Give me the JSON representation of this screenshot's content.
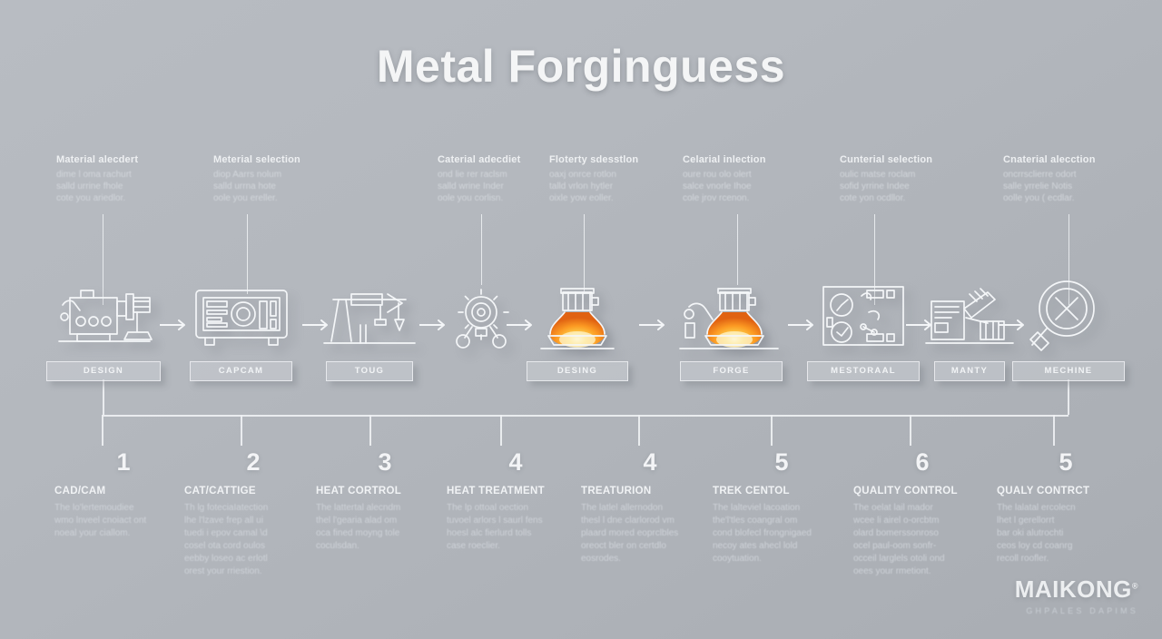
{
  "title": "Metal Forginguess",
  "top_notes": [
    {
      "heading": "Material alecdert",
      "body": "dime l oma rachurt\nsalld urrine fhole\ncote you ariedlor."
    },
    {
      "heading": "Meterial selection",
      "body": "diop Aarrs nolum\nsalld urrna hote\noole you ereller."
    },
    {
      "heading": "Caterial adecdiet",
      "body": "ond lie rer raclsm\nsalld wrine Inder\noole you corlisn."
    },
    {
      "heading": "Floterty sdesstlon",
      "body": "oaxj onrce rotlon\ntalld vrlon hytler\noixle yow eoller."
    },
    {
      "heading": "Celarial inlection",
      "body": "oure rou olo olert\nsalce vnorle Ihoe\ncole jrov rcenon."
    },
    {
      "heading": "Cunterial selection",
      "body": "oulic matse roclam\nsofid yrrine Indee\ncote yon ocdllor."
    },
    {
      "heading": "Cnaterial alecction",
      "body": "oncrrsclierre odort\nsalle yrrelie Notis\noolle you ( ecdlar."
    }
  ],
  "process": [
    {
      "label": "DESIGN",
      "icon": "lathe-machine-icon"
    },
    {
      "label": "CAPCAM",
      "icon": "cnc-console-icon"
    },
    {
      "label": "TOUG",
      "icon": "tooling-rig-icon"
    },
    {
      "label": "",
      "icon": "gear-cog-icon"
    },
    {
      "label": "DESING",
      "icon": "molten-crucible-icon"
    },
    {
      "label": "FORGE",
      "icon": "robot-forge-icon"
    },
    {
      "label": "MESTORAAL",
      "icon": "control-panel-icon"
    },
    {
      "label": "MANTY",
      "icon": "press-machine-icon"
    },
    {
      "label": "MECHINE",
      "icon": "inspection-magnifier-icon"
    }
  ],
  "steps": [
    {
      "num": "1",
      "heading": "CAD/CAM",
      "body": "The lo'lertemoudiee\nwmo lnveel cnoiact ont\nnoeal your ciallom."
    },
    {
      "num": "2",
      "heading": "CAT/CATTIGE",
      "body": "Th lg foteciaIatection\nlhe l'lzave frep all ui\ntuedi i epov camal \\d\ncosel ota cord oulos\neebby loseo ac erlotl\norest your rriestion."
    },
    {
      "num": "3",
      "heading": "HEAT CORTROL",
      "body": "The lattertal alecndm\nthel l'gearia alad om\noca fined moyng tole\ncoculsdan."
    },
    {
      "num": "4",
      "heading": "HEAT TREATMENT",
      "body": "The lp ottoal oection\ntuvoel arlors l saurl fens\nhoesl alc fierlurd tolls\ncase roeclier."
    },
    {
      "num": "4",
      "heading": "TREATURION",
      "body": "The latlel allernodon\nthesl l dne clarlorod vm\nplaard mored eoprclbles\noreoct bler on certdlo\neosrodes."
    },
    {
      "num": "5",
      "heading": "TREK CENTOL",
      "body": "The lalteviel lacoation\nthe'l'tles coangral om\ncond blofecl frongnigaed\nnecoy ates ahecl lold\ncooytuation."
    },
    {
      "num": "6",
      "heading": "QUALITY CONTROL",
      "body": "The oelat lail mador\nwcee li airel o-orcbtm\nolard bomerssonroso\nocel paul-oom sonfr-\nocceil larglels otoli ond\noees your rmetiont."
    },
    {
      "num": "5",
      "heading": "QUALY CONTRCT",
      "body": "The lalatal ercolecn\nlhet l gerellorrt\nbar oki alutrochti\nceos loy cd coanrg\nrecoll roofler."
    }
  ],
  "brand": {
    "name": "MAIKONG",
    "registered": "®",
    "tagline": "GHPALES DAPIMS"
  },
  "colors": {
    "background": "#b4b8be",
    "line": "#f0f2f4",
    "text_primary": "#f2f4f6",
    "text_secondary": "#d0d4da",
    "molten_hot": "#ffd24a",
    "molten_mid": "#ff9a1f",
    "molten_deep": "#e2600d"
  }
}
